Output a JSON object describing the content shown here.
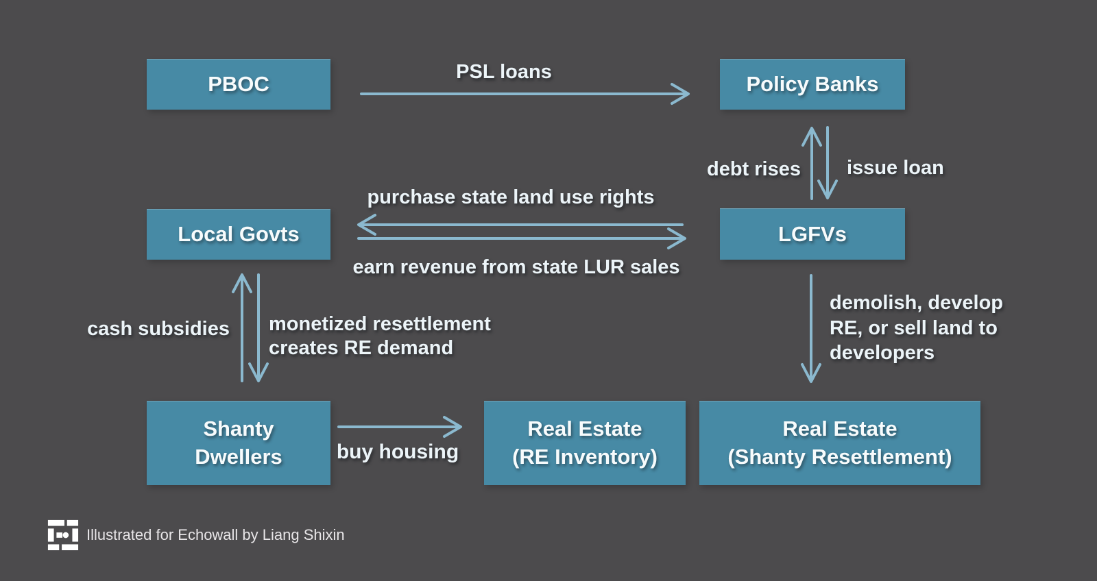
{
  "diagram": {
    "colors": {
      "background": "#4c4b4d",
      "node_fill": "#478aa5",
      "arrow": "#8bb9cf",
      "node_text": "#f7fbfc",
      "label_text": "#ecf4f8",
      "credit_text": "#e8e6e8",
      "logo": "#ffffff"
    },
    "nodes": {
      "pboc": {
        "label": "PBOC"
      },
      "policy_banks": {
        "label": "Policy Banks"
      },
      "local_govts": {
        "label": "Local Govts"
      },
      "lgfvs": {
        "label": "LGFVs"
      },
      "shanty_dwellers": {
        "label_line1": "Shanty",
        "label_line2": "Dwellers"
      },
      "re_inventory": {
        "label_line1": "Real Estate",
        "label_line2": "(RE Inventory)"
      },
      "re_shanty_resettlement": {
        "label_line1": "Real Estate",
        "label_line2": "(Shanty Resettlement)"
      }
    },
    "edges": {
      "psl_loans": {
        "label": "PSL loans",
        "direction": "right"
      },
      "debt_rises": {
        "label": "debt rises",
        "direction": "up"
      },
      "issue_loan": {
        "label": "issue loan",
        "direction": "down"
      },
      "purchase_lur": {
        "label": "purchase state land use rights",
        "direction": "left"
      },
      "earn_revenue": {
        "label": "earn revenue from state LUR sales",
        "direction": "right"
      },
      "cash_subsidies": {
        "label": "cash subsidies",
        "direction": "up"
      },
      "monetized_resettlement": {
        "label_line1": "monetized resettlement",
        "label_line2": "creates RE demand",
        "direction": "down"
      },
      "demolish": {
        "label_line1": "demolish, develop",
        "label_line2": "RE, or sell land to",
        "label_line3": "developers",
        "direction": "down"
      },
      "buy_housing": {
        "label": "buy housing",
        "direction": "right"
      }
    },
    "footer": {
      "credit": "Illustrated for Echowall by Liang Shixin",
      "logo": "echowall-logo"
    }
  }
}
